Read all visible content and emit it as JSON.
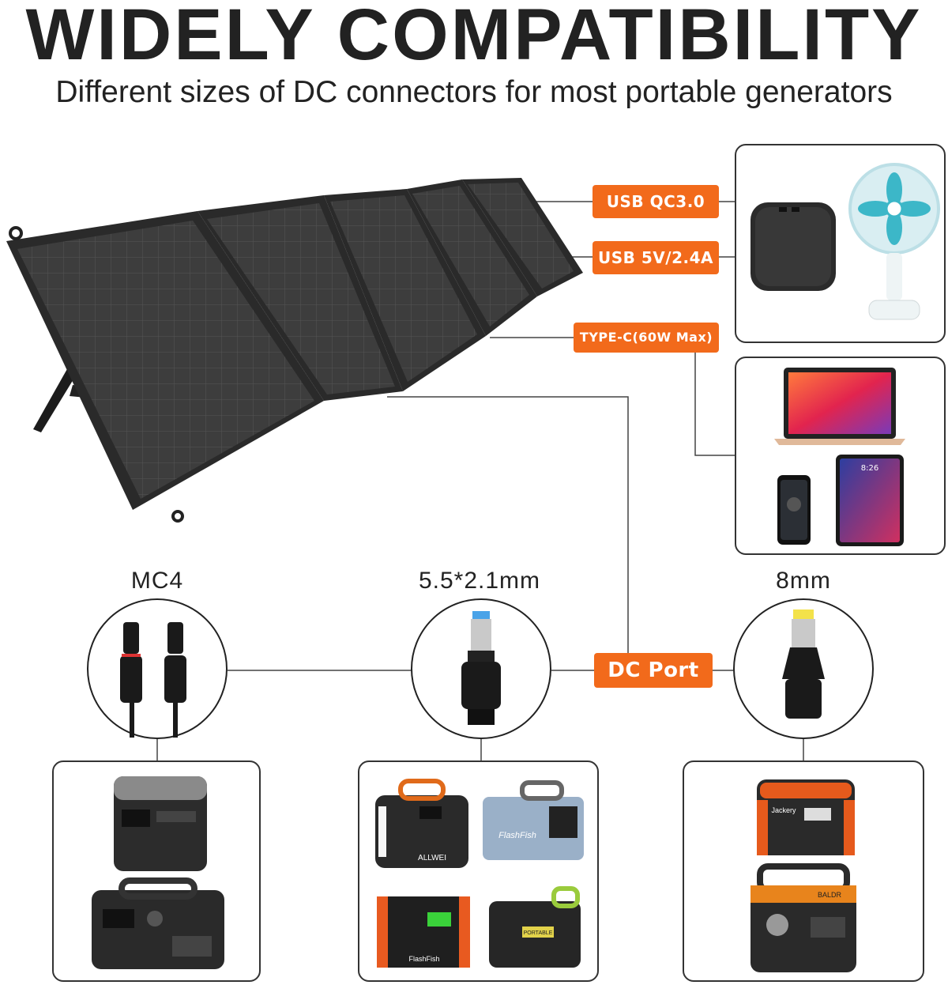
{
  "header": {
    "title": "WIDELY COMPATIBILITY",
    "subtitle": "Different sizes of DC connectors for most portable generators"
  },
  "ports": {
    "usb_qc": "USB QC3.0",
    "usb_5v": "USB 5V/2.4A",
    "type_c": "TYPE-C(60W Max)",
    "dc_port": "DC Port"
  },
  "connectors": {
    "mc4": "MC4",
    "barrel_55": "5.5*2.1mm",
    "barrel_8": "8mm"
  },
  "device_text": {
    "flashfish": "FlashFish",
    "allwei": "ALLWEI",
    "portable": "PORTABLE",
    "jackery": "Jackery",
    "bluetti": "BALDR",
    "phone_time": "8:26"
  },
  "colors": {
    "accent": "#f26a1b",
    "panel": "#3a3a3a",
    "line": "#444444"
  }
}
